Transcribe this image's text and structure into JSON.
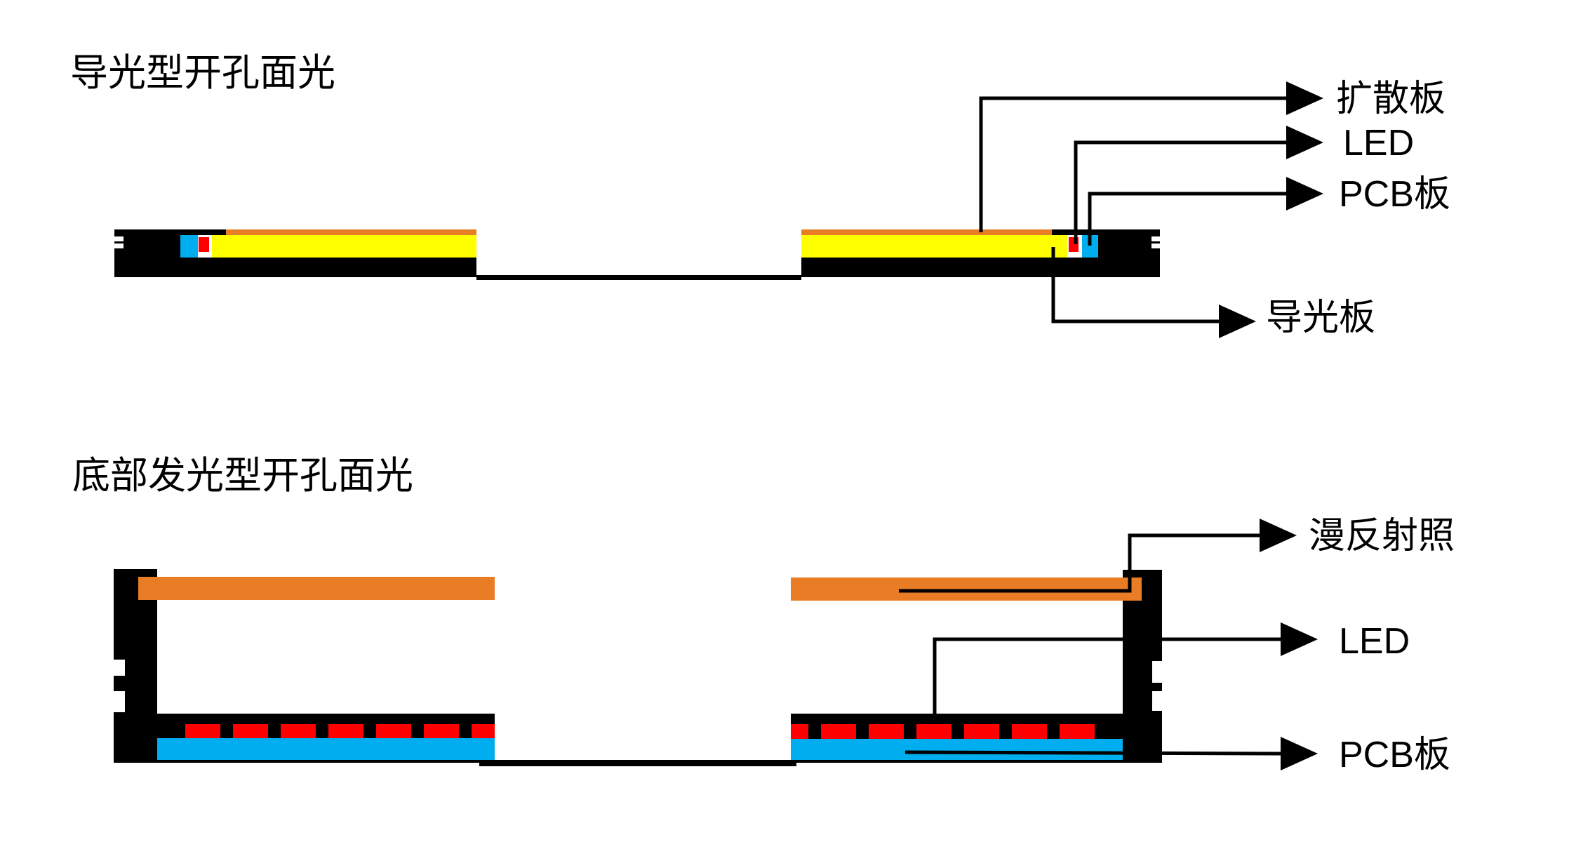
{
  "diagram_top": {
    "title": "导光型开孔面光",
    "labels": {
      "diffuser_plate": "扩散板",
      "led": "LED",
      "pcb_board": "PCB板",
      "light_guide_plate": "导光板"
    }
  },
  "diagram_bottom": {
    "title": "底部发光型开孔面光",
    "labels": {
      "diffuse_reflector": "漫反射照",
      "led": "LED",
      "pcb_board": "PCB板"
    }
  },
  "colors": {
    "frame_black": "#000000",
    "diffuser_orange": "#E87D26",
    "light_guide_yellow": "#FFFF00",
    "pcb_cyan": "#00AEEF",
    "led_red": "#FF0000",
    "background_white": "#FFFFFF"
  }
}
